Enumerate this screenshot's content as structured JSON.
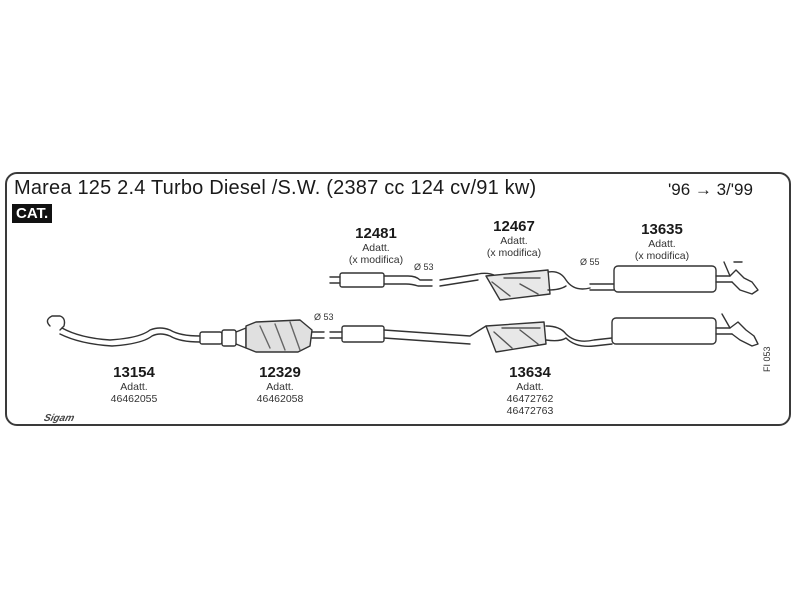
{
  "header": {
    "title": "Marea 125 2.4 Turbo Diesel /S.W. (2387 cc 124 cv/91 kw)",
    "years": "'96 → 3/'99",
    "badge": "CAT."
  },
  "parts": [
    {
      "id": "p12481",
      "number": "12481",
      "lines": [
        "Adatt.",
        "(x modifica)"
      ]
    },
    {
      "id": "p12467",
      "number": "12467",
      "lines": [
        "Adatt.",
        "(x modifica)"
      ]
    },
    {
      "id": "p13635",
      "number": "13635",
      "lines": [
        "Adatt.",
        "(x modifica)"
      ]
    },
    {
      "id": "p13154",
      "number": "13154",
      "lines": [
        "Adatt.",
        "46462055"
      ]
    },
    {
      "id": "p12329",
      "number": "12329",
      "lines": [
        "Adatt.",
        "46462058"
      ]
    },
    {
      "id": "p13634",
      "number": "13634",
      "lines": [
        "Adatt.",
        "46472762",
        "46472763"
      ]
    }
  ],
  "diameters": {
    "d1": "Ø 53",
    "d2": "Ø 55",
    "d3": "Ø 53"
  },
  "side_code": "FI 053",
  "logo_text": "Sigam"
}
